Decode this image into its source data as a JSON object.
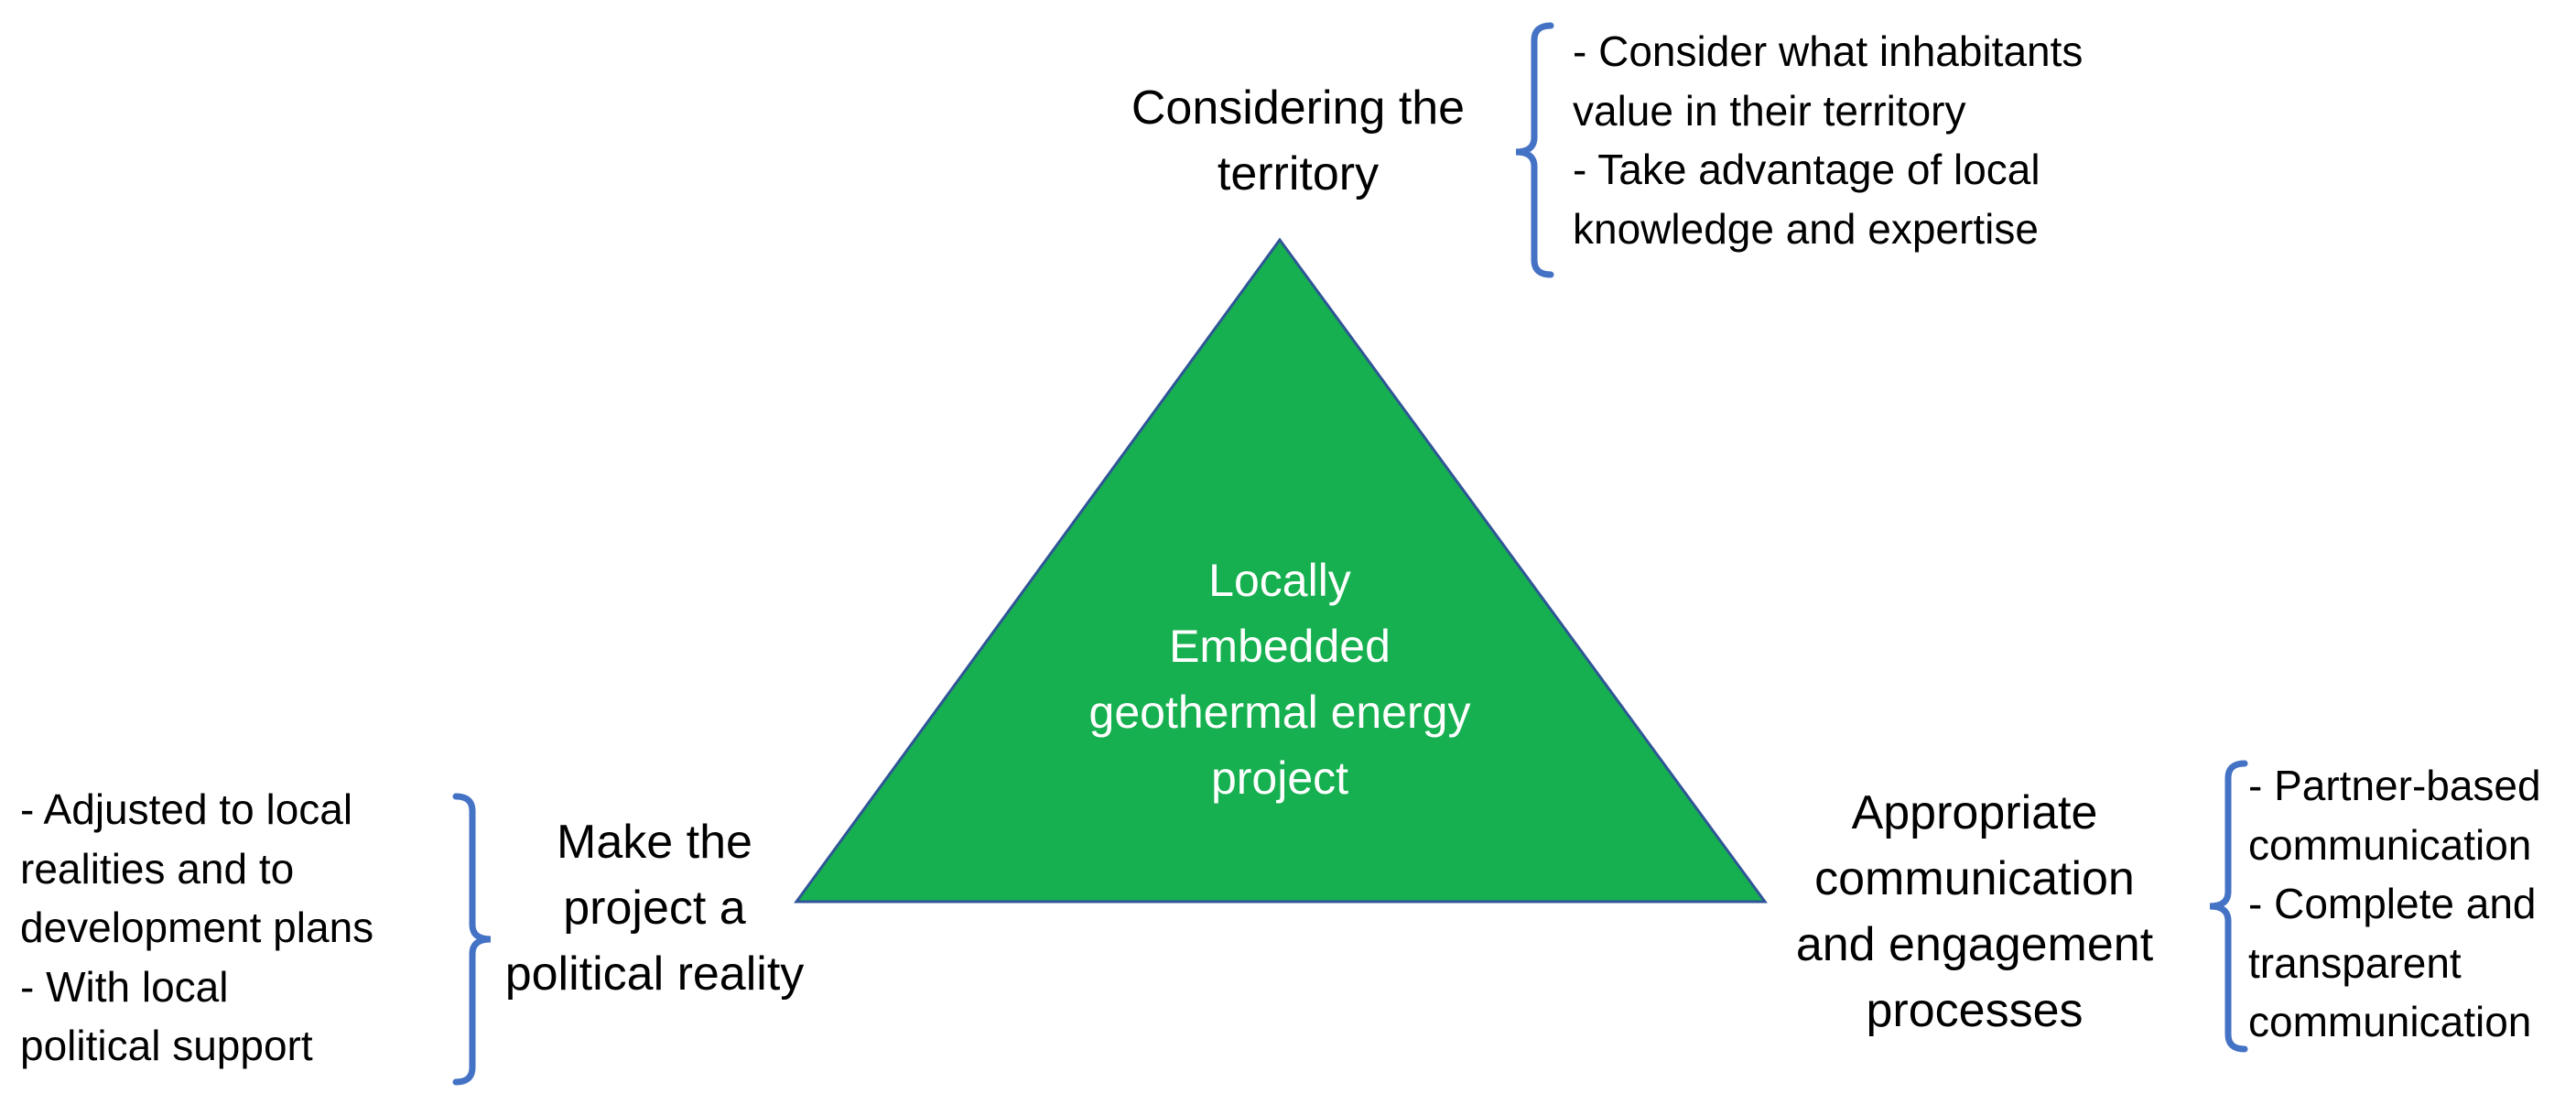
{
  "center": {
    "lines": [
      "Locally",
      "Embedded",
      "geothermal energy",
      "project"
    ]
  },
  "top": {
    "label_lines": [
      "Considering the",
      "territory"
    ],
    "notes": [
      "- Consider what inhabitants",
      "value in their territory",
      "- Take advantage of local",
      "knowledge and expertise"
    ]
  },
  "left": {
    "label_lines": [
      "Make the",
      "project a",
      "political reality"
    ],
    "notes": [
      "- Adjusted to local",
      "realities and to",
      "development plans",
      "- With local",
      "political support"
    ]
  },
  "right": {
    "label_lines": [
      "Appropriate",
      "communication",
      "and engagement",
      "processes"
    ],
    "notes": [
      "- Partner-based",
      "communication",
      "- Complete and",
      "transparent",
      "communication"
    ]
  },
  "colors": {
    "triangle_fill": "#17B050",
    "triangle_stroke": "#2F5597",
    "bracket": "#4472C4",
    "center_text": "#FFFFFF"
  }
}
